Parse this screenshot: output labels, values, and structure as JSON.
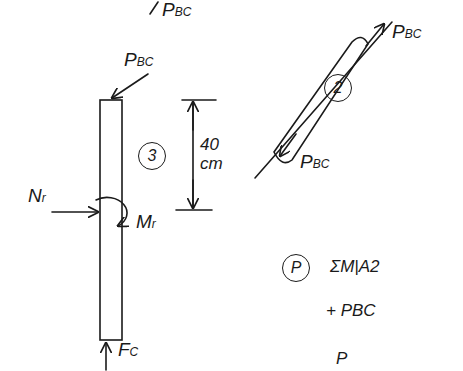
{
  "diagram": {
    "nodes": [
      {
        "text": [
          "3"
        ]
      },
      {
        "text": [
          "2"
        ]
      },
      {
        "text": [
          "P"
        ]
      }
    ],
    "labels": [
      "PBC",
      "PBC",
      "40 cm",
      "Nr",
      "Mr",
      "FC",
      "PBC",
      "PBC",
      "ΣM|A2",
      "+ PBC",
      "P"
    ]
  }
}
